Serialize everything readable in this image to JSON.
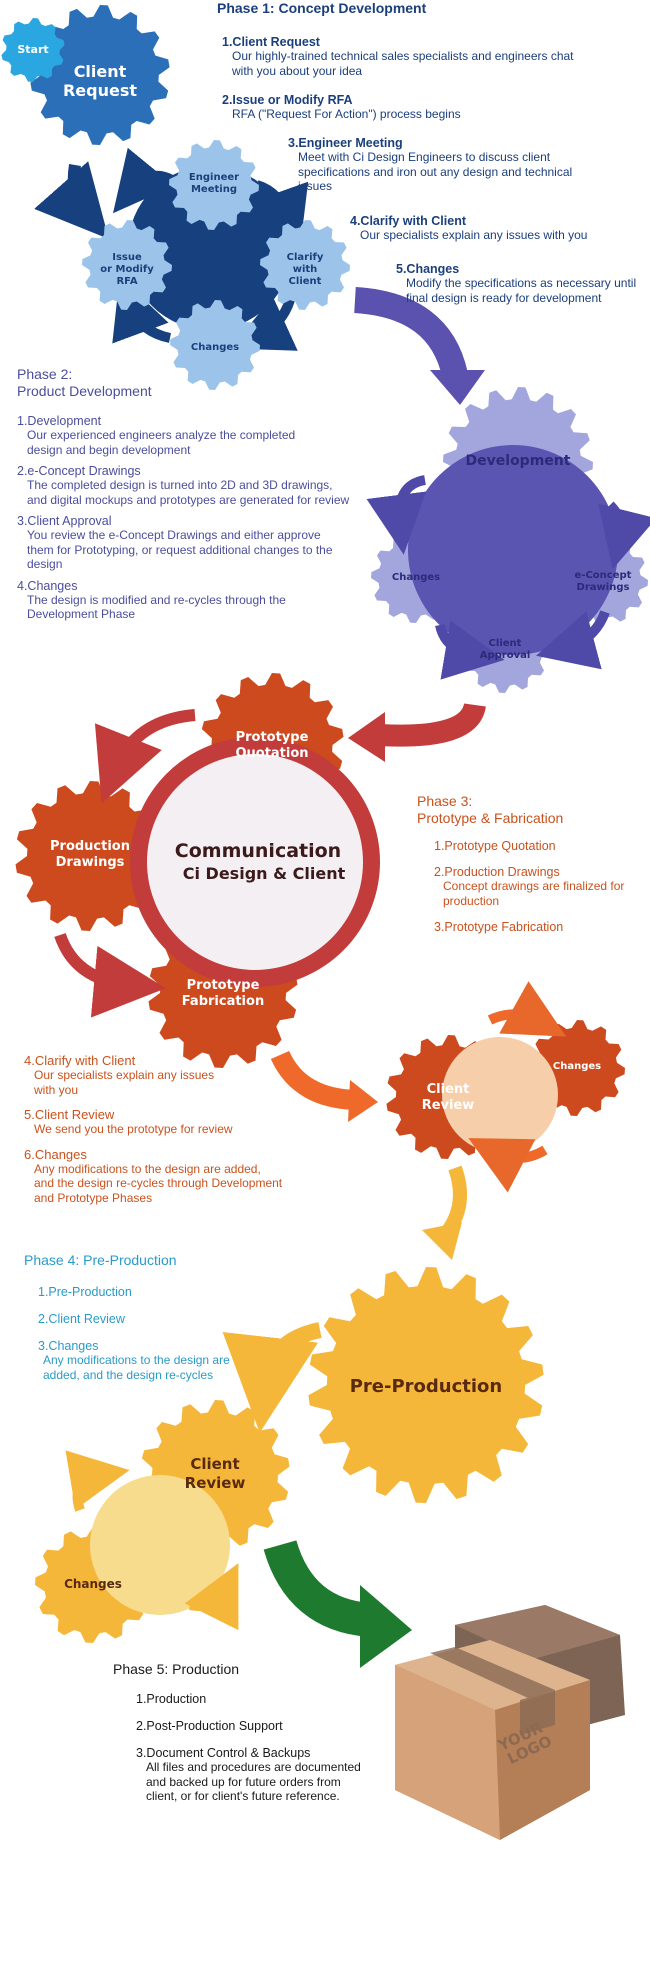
{
  "gears": {
    "start": "Start",
    "client_request": [
      "Client",
      "Request"
    ],
    "engineer_meeting": [
      "Engineer",
      "Meeting"
    ],
    "issue_modify_rfa": [
      "Issue",
      "or Modify",
      "RFA"
    ],
    "clarify_with_client": [
      "Clarify",
      "with",
      "Client"
    ],
    "changes_1": "Changes",
    "development": "Development",
    "changes_2": "Changes",
    "econcept_drawings": [
      "e-Concept",
      "Drawings"
    ],
    "client_approval": [
      "Client",
      "Approval"
    ],
    "prototype_quotation": [
      "Prototype",
      "Quotation"
    ],
    "production_drawings": [
      "Production",
      "Drawings"
    ],
    "prototype_fabrication": [
      "Prototype",
      "Fabrication"
    ],
    "communication": [
      "Communication",
      "Ci Design & Client"
    ],
    "client_review_3": [
      "Client",
      "Review"
    ],
    "changes_3": "Changes",
    "pre_production": "Pre-Production",
    "client_review_4": [
      "Client",
      "Review"
    ],
    "changes_4": "Changes",
    "box_logo": [
      "YOUR",
      "LOGO"
    ]
  },
  "phase1": {
    "title": "Phase 1: Concept Development",
    "items": [
      {
        "head": "1.Client Request",
        "body": [
          "Our highly-trained technical sales specialists and engineers chat",
          "with you about your idea"
        ]
      },
      {
        "head": "2.Issue or Modify RFA",
        "body": [
          "RFA (\"Request For Action\") process begins"
        ]
      },
      {
        "head": "3.Engineer Meeting",
        "body": [
          "Meet with Ci Design Engineers to discuss client",
          "specifications and iron out any design and technical",
          "issues"
        ]
      },
      {
        "head": "4.Clarify with Client",
        "body": [
          "Our specialists explain any issues with you"
        ]
      },
      {
        "head": "5.Changes",
        "body": [
          "Modify the specifications as necessary until",
          "final design is ready for development"
        ]
      }
    ]
  },
  "phase2": {
    "title": [
      "Phase 2:",
      "Product Development"
    ],
    "items": [
      {
        "head": "1.Development",
        "body": [
          "Our experienced engineers analyze the completed",
          "design and begin development"
        ]
      },
      {
        "head": "2.e-Concept Drawings",
        "body": [
          "The completed design is turned into 2D and 3D drawings,",
          "and digital mockups and prototypes are generated for review"
        ]
      },
      {
        "head": "3.Client Approval",
        "body": [
          "You review the e-Concept Drawings and either approve",
          " them for Prototyping, or request additional changes to the",
          " design"
        ]
      },
      {
        "head": "4.Changes",
        "body": [
          "The design is modified and re-cycles through the",
          "Development Phase"
        ]
      }
    ]
  },
  "phase3": {
    "title": [
      "Phase 3:",
      "Prototype & Fabrication"
    ],
    "items": [
      {
        "head": "1.Prototype Quotation",
        "body": []
      },
      {
        "head": "2.Production Drawings",
        "body": [
          "Concept drawings are finalized for",
          "production"
        ]
      },
      {
        "head": "3.Prototype Fabrication",
        "body": []
      }
    ],
    "items_b": [
      {
        "head": "4.Clarify with Client",
        "body": [
          "Our specialists explain any issues",
          "with you"
        ]
      },
      {
        "head": "5.Client Review",
        "body": [
          "We send you the prototype for review"
        ]
      },
      {
        "head": "6.Changes",
        "body": [
          "Any modifications to the design are added,",
          "and the design re-cycles through Development",
          "and Prototype Phases"
        ]
      }
    ]
  },
  "phase4": {
    "title": "Phase 4: Pre-Production",
    "items": [
      {
        "head": "1.Pre-Production",
        "body": []
      },
      {
        "head": "2.Client Review",
        "body": []
      },
      {
        "head": "3.Changes",
        "body": [
          "Any modifications to the design are",
          "added, and the design re-cycles"
        ]
      }
    ]
  },
  "phase5": {
    "title": "Phase 5: Production",
    "items": [
      {
        "head": "1.Production",
        "body": []
      },
      {
        "head": "2.Post-Production Support",
        "body": []
      },
      {
        "head": "3.Document Control & Backups",
        "body": [
          "All files and procedures are documented",
          "and backed up for future orders from",
          "client, or for client's future reference."
        ]
      }
    ]
  },
  "colors": {
    "phase1_dark": "#17407f",
    "phase1_mid": "#2a6fb8",
    "phase1_light": "#9cc4ea",
    "phase1_start": "#2aa7e0",
    "phase2_dark": "#5a55b0",
    "phase2_light": "#a3a6dd",
    "phase3_dark": "#cd4a1e",
    "phase3_ring": "#c23c3c",
    "phase3_light": "#f6cfaa",
    "phase4": "#f5b73a",
    "phase4_light": "#f7dc8e",
    "arrow_green": "#1e7a2f",
    "box_main": "#c9936a",
    "box_back": "#7d6454"
  }
}
